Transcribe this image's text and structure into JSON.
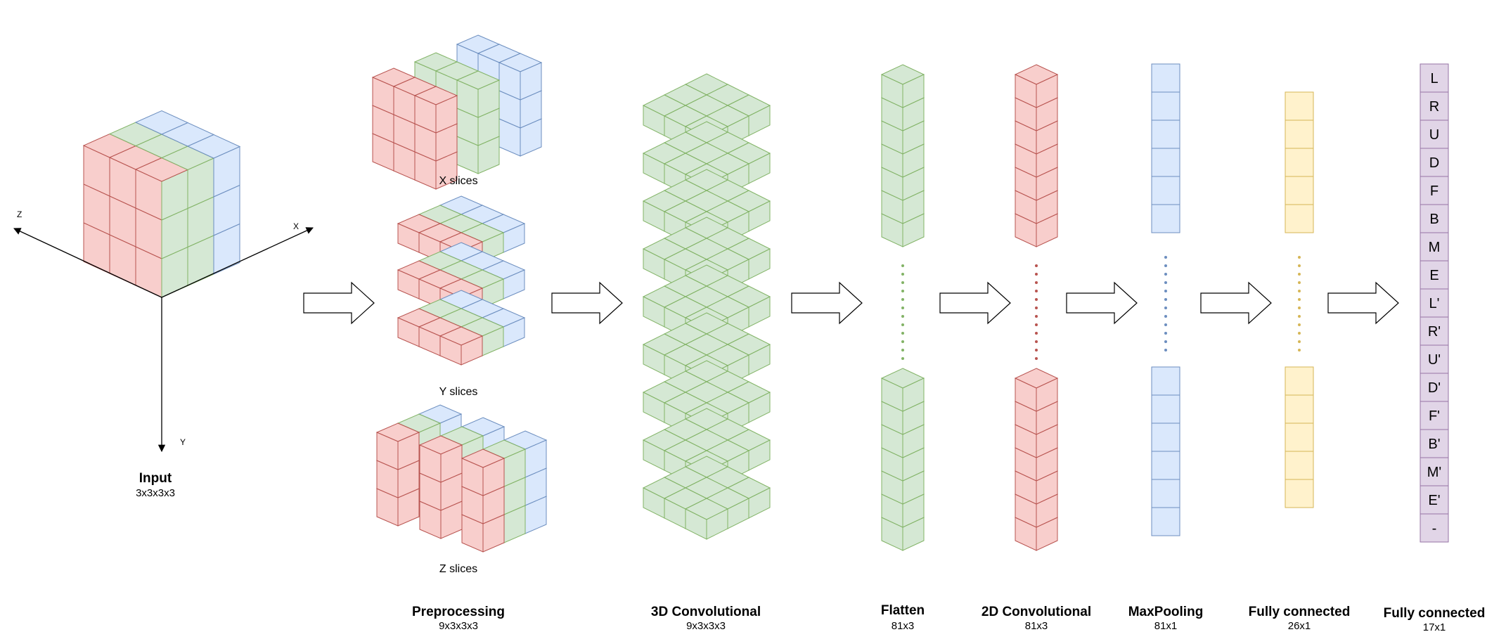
{
  "colors": {
    "red_fill": "#f8cecc",
    "red_stroke": "#b85450",
    "green_fill": "#d5e8d4",
    "green_stroke": "#82b366",
    "blue_fill": "#dae8fc",
    "blue_stroke": "#6c8ebf",
    "yellow_fill": "#fff2cc",
    "yellow_stroke": "#d6b656",
    "purple_fill": "#e1d5e7",
    "purple_stroke": "#9673a6"
  },
  "input": {
    "title": "Input",
    "subtitle": "3x3x3x3",
    "axes": {
      "x": "X",
      "y": "Y",
      "z": "Z"
    }
  },
  "preprocessing": {
    "title": "Preprocessing",
    "subtitle": "9x3x3x3",
    "x_caption": "X slices",
    "y_caption": "Y slices",
    "z_caption": "Z slices"
  },
  "conv3d": {
    "title": "3D Convolutional",
    "subtitle": "9x3x3x3"
  },
  "flatten": {
    "title": "Flatten",
    "subtitle": "81x3"
  },
  "conv2d": {
    "title": "2D Convolutional",
    "subtitle": "81x3"
  },
  "maxpool": {
    "title": "MaxPooling",
    "subtitle": "81x1"
  },
  "fc1": {
    "title": "Fully connected",
    "subtitle": "26x1"
  },
  "fc2": {
    "title": "Fully connected",
    "subtitle": "17x1",
    "outputs": [
      "L",
      "R",
      "U",
      "D",
      "F",
      "B",
      "M",
      "E",
      "L'",
      "R'",
      "U'",
      "D'",
      "F'",
      "B'",
      "M'",
      "E'",
      "-"
    ]
  }
}
